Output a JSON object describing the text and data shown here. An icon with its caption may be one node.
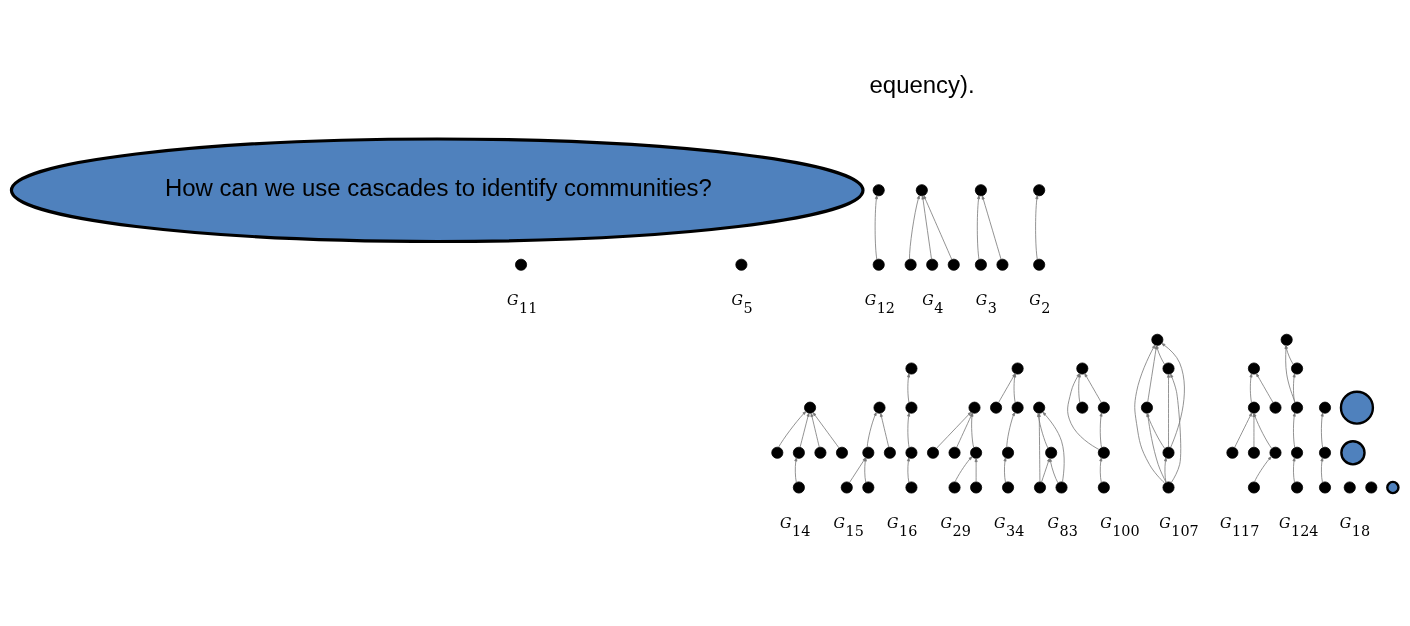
{
  "diagram": {
    "nodes": [
      {
        "text": [
          "How can we use cascades to identify communities?"
        ]
      },
      {
        "text": [],
        "shape": "circle"
      },
      {
        "text": [],
        "shape": "circle"
      },
      {
        "text": [],
        "shape": "circle"
      },
      {
        "text": [],
        "shape": "circle"
      },
      {
        "text": [],
        "shape": "circle"
      },
      {
        "text": [],
        "shape": "circle"
      },
      {
        "text": [],
        "shape": "circle"
      },
      {
        "text": [],
        "shape": "circle"
      },
      {
        "text": [],
        "shape": "circle"
      },
      {
        "text": [],
        "shape": "circle"
      },
      {
        "text": [],
        "shape": "circle"
      },
      {
        "text": [],
        "shape": "circle"
      },
      {
        "text": [],
        "shape": "circle"
      },
      {
        "text": [],
        "shape": "circle"
      },
      {
        "text": [],
        "shape": "circle"
      },
      {
        "text": [],
        "shape": "circle"
      },
      {
        "text": [],
        "shape": "circle"
      },
      {
        "text": [],
        "shape": "circle"
      },
      {
        "text": [],
        "shape": "circle"
      },
      {
        "text": [],
        "shape": "circle"
      },
      {
        "text": [],
        "shape": "circle"
      },
      {
        "text": [],
        "shape": "circle"
      },
      {
        "text": [],
        "shape": "circle"
      },
      {
        "text": [],
        "shape": "circle"
      },
      {
        "text": [],
        "shape": "circle"
      },
      {
        "text": [],
        "shape": "circle"
      },
      {
        "text": [],
        "shape": "circle"
      },
      {
        "text": [],
        "shape": "circle"
      },
      {
        "text": [],
        "shape": "circle"
      },
      {
        "text": [],
        "shape": "circle"
      },
      {
        "text": [],
        "shape": "circle"
      },
      {
        "text": [],
        "shape": "circle"
      },
      {
        "text": [],
        "shape": "circle"
      },
      {
        "text": [],
        "shape": "circle"
      },
      {
        "text": [],
        "shape": "circle"
      },
      {
        "text": [],
        "shape": "circle"
      },
      {
        "text": [],
        "shape": "circle"
      },
      {
        "text": [],
        "shape": "circle"
      },
      {
        "text": [],
        "shape": "circle"
      },
      {
        "text": [],
        "shape": "circle"
      },
      {
        "text": [],
        "shape": "circle"
      },
      {
        "text": [],
        "shape": "circle"
      },
      {
        "text": [],
        "shape": "circle"
      },
      {
        "text": [],
        "shape": "circle"
      },
      {
        "text": [],
        "shape": "circle"
      },
      {
        "text": [],
        "shape": "circle"
      },
      {
        "text": [],
        "shape": "circle"
      },
      {
        "text": [],
        "shape": "circle"
      },
      {
        "text": [],
        "shape": "circle"
      },
      {
        "text": [],
        "shape": "circle"
      },
      {
        "text": [],
        "shape": "circle"
      },
      {
        "text": [],
        "shape": "circle"
      },
      {
        "text": [],
        "shape": "circle"
      },
      {
        "text": [],
        "shape": "circle"
      },
      {
        "text": [],
        "shape": "circle"
      },
      {
        "text": [],
        "shape": "circle"
      },
      {
        "text": [],
        "shape": "circle"
      },
      {
        "text": [],
        "shape": "circle"
      },
      {
        "text": [],
        "shape": "circle"
      },
      {
        "text": [],
        "shape": "circle"
      },
      {
        "text": [],
        "shape": "circle"
      },
      {
        "text": [],
        "shape": "circle"
      },
      {
        "text": [],
        "shape": "circle"
      },
      {
        "text": [],
        "shape": "circle"
      },
      {
        "text": [],
        "shape": "circle"
      },
      {
        "text": [],
        "shape": "circle"
      },
      {
        "text": [],
        "shape": "circle"
      },
      {
        "text": [],
        "shape": "circle"
      },
      {
        "text": [],
        "shape": "circle"
      },
      {
        "text": [],
        "shape": "circle"
      },
      {
        "text": [],
        "shape": "circle"
      },
      {
        "text": [],
        "shape": "circle"
      },
      {
        "text": [],
        "shape": "circle"
      }
    ],
    "edges": [
      {
        "from": 5,
        "to": 4,
        "arrow": "to"
      },
      {
        "from": 7,
        "to": 6,
        "arrow": "to"
      },
      {
        "from": 8,
        "to": 6,
        "arrow": "to"
      },
      {
        "from": 10,
        "to": 9,
        "arrow": "to"
      },
      {
        "from": 11,
        "to": 9,
        "arrow": "to"
      },
      {
        "from": 12,
        "to": 9,
        "arrow": "to"
      },
      {
        "from": 16,
        "to": 15,
        "arrow": "to"
      },
      {
        "from": 18,
        "to": 17,
        "arrow": "to"
      },
      {
        "from": 19,
        "to": 17,
        "arrow": "to"
      },
      {
        "from": 20,
        "to": 17,
        "arrow": "to"
      },
      {
        "from": 21,
        "to": 17,
        "arrow": "to"
      },
      {
        "from": 22,
        "to": 19,
        "arrow": "to"
      },
      {
        "from": 24,
        "to": 23,
        "arrow": "to"
      },
      {
        "from": 25,
        "to": 23,
        "arrow": "to"
      },
      {
        "from": 26,
        "to": 24,
        "arrow": "to"
      },
      {
        "from": 27,
        "to": 24,
        "arrow": "to"
      },
      {
        "from": 29,
        "to": 28,
        "arrow": "to"
      },
      {
        "from": 30,
        "to": 29,
        "arrow": "to"
      },
      {
        "from": 31,
        "to": 30,
        "arrow": "to"
      },
      {
        "from": 33,
        "to": 32,
        "arrow": "to"
      },
      {
        "from": 34,
        "to": 33,
        "arrow": "to"
      },
      {
        "from": 38,
        "to": 37,
        "arrow": "to"
      },
      {
        "from": 39,
        "to": 37,
        "arrow": "to"
      },
      {
        "from": 40,
        "to": 37,
        "arrow": "to"
      },
      {
        "from": 41,
        "to": 38,
        "arrow": "to"
      },
      {
        "from": 42,
        "to": 38,
        "arrow": "to"
      },
      {
        "from": 44,
        "to": 43,
        "arrow": "to"
      },
      {
        "from": 45,
        "to": 43,
        "arrow": "to"
      },
      {
        "from": 46,
        "to": 44,
        "arrow": "to"
      },
      {
        "from": 47,
        "to": 46,
        "arrow": "to"
      },
      {
        "from": 49,
        "to": 48,
        "arrow": "to"
      },
      {
        "from": 50,
        "to": 49,
        "arrow": "to"
      },
      {
        "from": 51,
        "to": 49,
        "arrow": "to"
      },
      {
        "from": 50,
        "to": 48,
        "arrow": "to"
      },
      {
        "from": 51,
        "to": 48,
        "arrow": "to"
      },
      {
        "from": 53,
        "to": 52,
        "arrow": "to"
      },
      {
        "from": 54,
        "to": 52,
        "arrow": "to"
      },
      {
        "from": 55,
        "to": 52,
        "arrow": "to"
      },
      {
        "from": 55,
        "to": 54,
        "arrow": "to"
      },
      {
        "from": 56,
        "to": 55,
        "arrow": "to"
      },
      {
        "from": 58,
        "to": 57,
        "arrow": "to"
      },
      {
        "from": 59,
        "to": 57,
        "arrow": "to"
      },
      {
        "from": 60,
        "to": 57,
        "arrow": "to"
      },
      {
        "from": 61,
        "to": 57,
        "arrow": "to"
      },
      {
        "from": 60,
        "to": 58,
        "arrow": "to"
      },
      {
        "from": 61,
        "to": 58,
        "arrow": "to"
      },
      {
        "from": 60,
        "to": 59,
        "arrow": "to"
      },
      {
        "from": 61,
        "to": 59,
        "arrow": "to"
      },
      {
        "from": 61,
        "to": 60,
        "arrow": "to"
      },
      {
        "from": 63,
        "to": 62,
        "arrow": "to"
      },
      {
        "from": 64,
        "to": 62,
        "arrow": "to"
      },
      {
        "from": 65,
        "to": 63,
        "arrow": "to"
      },
      {
        "from": 66,
        "to": 63,
        "arrow": "to"
      },
      {
        "from": 67,
        "to": 63,
        "arrow": "to"
      },
      {
        "from": 68,
        "to": 65,
        "arrow": "to"
      },
      {
        "from": 70,
        "to": 69,
        "arrow": "to"
      },
      {
        "from": 71,
        "to": 69,
        "arrow": "to"
      },
      {
        "from": 71,
        "to": 70,
        "arrow": "to"
      },
      {
        "from": 72,
        "to": 71,
        "arrow": "to"
      },
      {
        "from": 73,
        "to": 72,
        "arrow": "to"
      }
    ],
    "labels": [
      "equency).",
      "*G*$_{2}$",
      "*G*$_{3}$",
      "*G*$_{4}$",
      "*G*$_{5}$",
      "*G*$_{11}$",
      "*G*$_{12}$",
      "*G*$_{14}$",
      "*G*$_{15}$",
      "*G*$_{16}$",
      "*G*$_{18}$",
      "*G*$_{29}$",
      "*G*$_{34}$",
      "*G*$_{83}$",
      "*G*$_{100}$",
      "*G*$_{107}$",
      "*G*$_{117}$",
      "*G*$_{124}$"
    ]
  }
}
